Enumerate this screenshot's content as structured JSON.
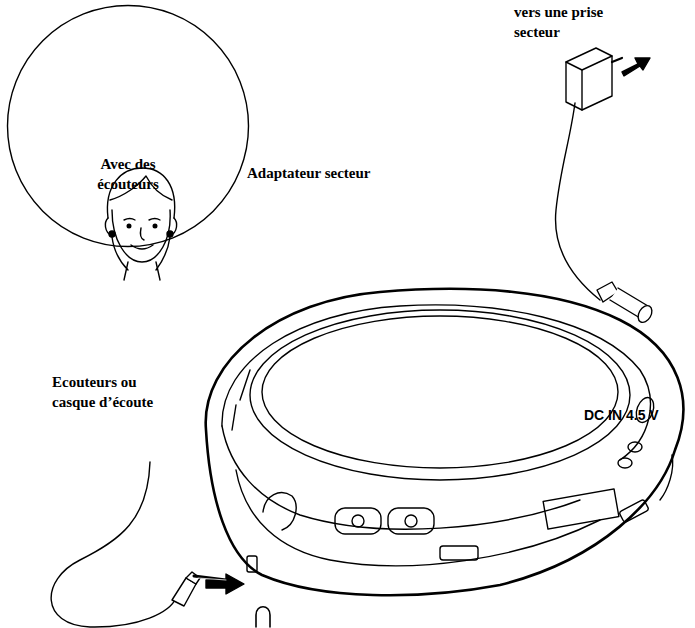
{
  "diagram": {
    "nodes": [
      {
        "text": [
          "Avec des écouteurs"
        ]
      }
    ],
    "labels": [
      "vers une prise secteur",
      "Adaptateur secteur",
      "Ecouteurs ou casque d’écoute",
      "DC IN 4.5 V"
    ]
  }
}
